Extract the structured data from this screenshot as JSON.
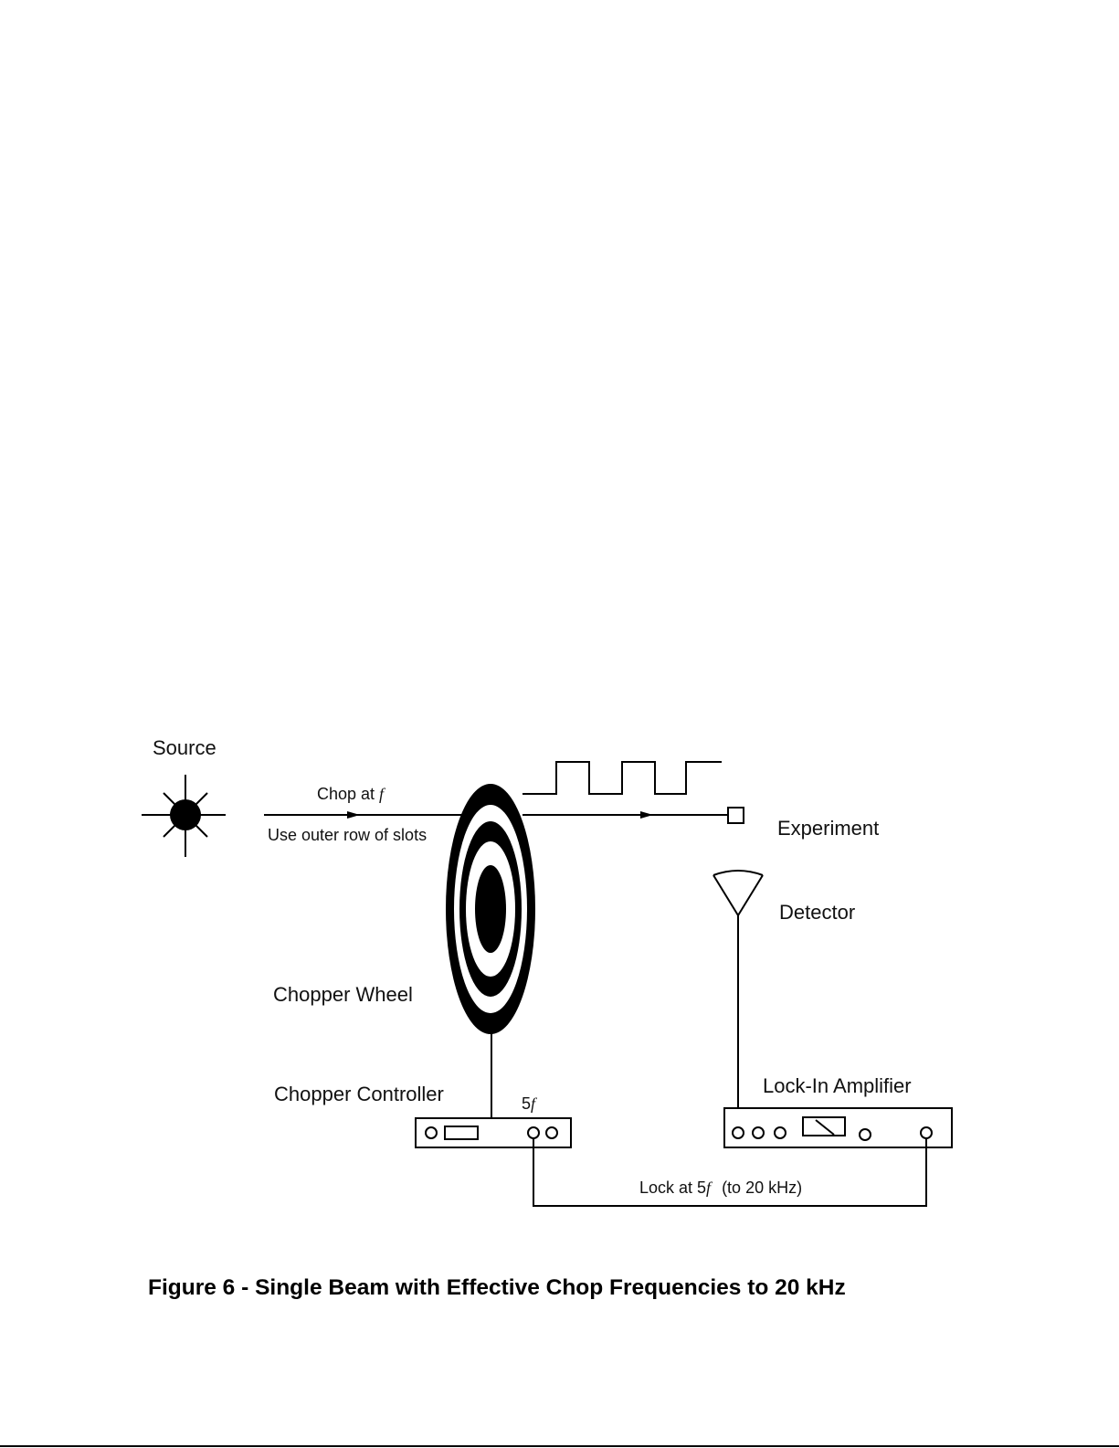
{
  "labels": {
    "source": "Source",
    "chop_at": "Chop at ",
    "f": "f",
    "use_outer": "Use outer row of slots",
    "experiment": "Experiment",
    "detector": "Detector",
    "chopper_wheel": "Chopper Wheel",
    "chopper_controller": "Chopper Controller",
    "five_f": "5",
    "lockin_amplifier": "Lock-In Amplifier",
    "lock_at": "Lock at 5",
    "lock_range": "(to 20 kHz)"
  },
  "caption": "Figure 6 - Single Beam with Effective Chop Frequencies to 20 kHz"
}
